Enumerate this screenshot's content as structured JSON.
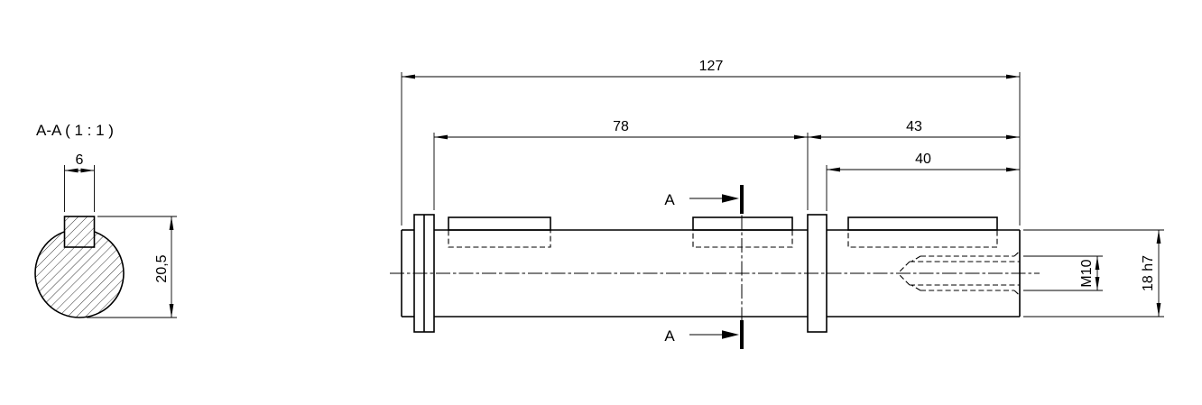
{
  "meta": {
    "background": "#ffffff",
    "line_color": "#000000"
  },
  "section_view": {
    "title": "A-A ( 1 : 1 )",
    "keyway_width": "6",
    "height": "20,5"
  },
  "main_view": {
    "dim_overall": "127",
    "dim_left": "78",
    "dim_right": "43",
    "dim_keyseat": "40",
    "thread": "M10",
    "diameter": "18 h7",
    "section_label_top": "A",
    "section_label_bottom": "A"
  }
}
